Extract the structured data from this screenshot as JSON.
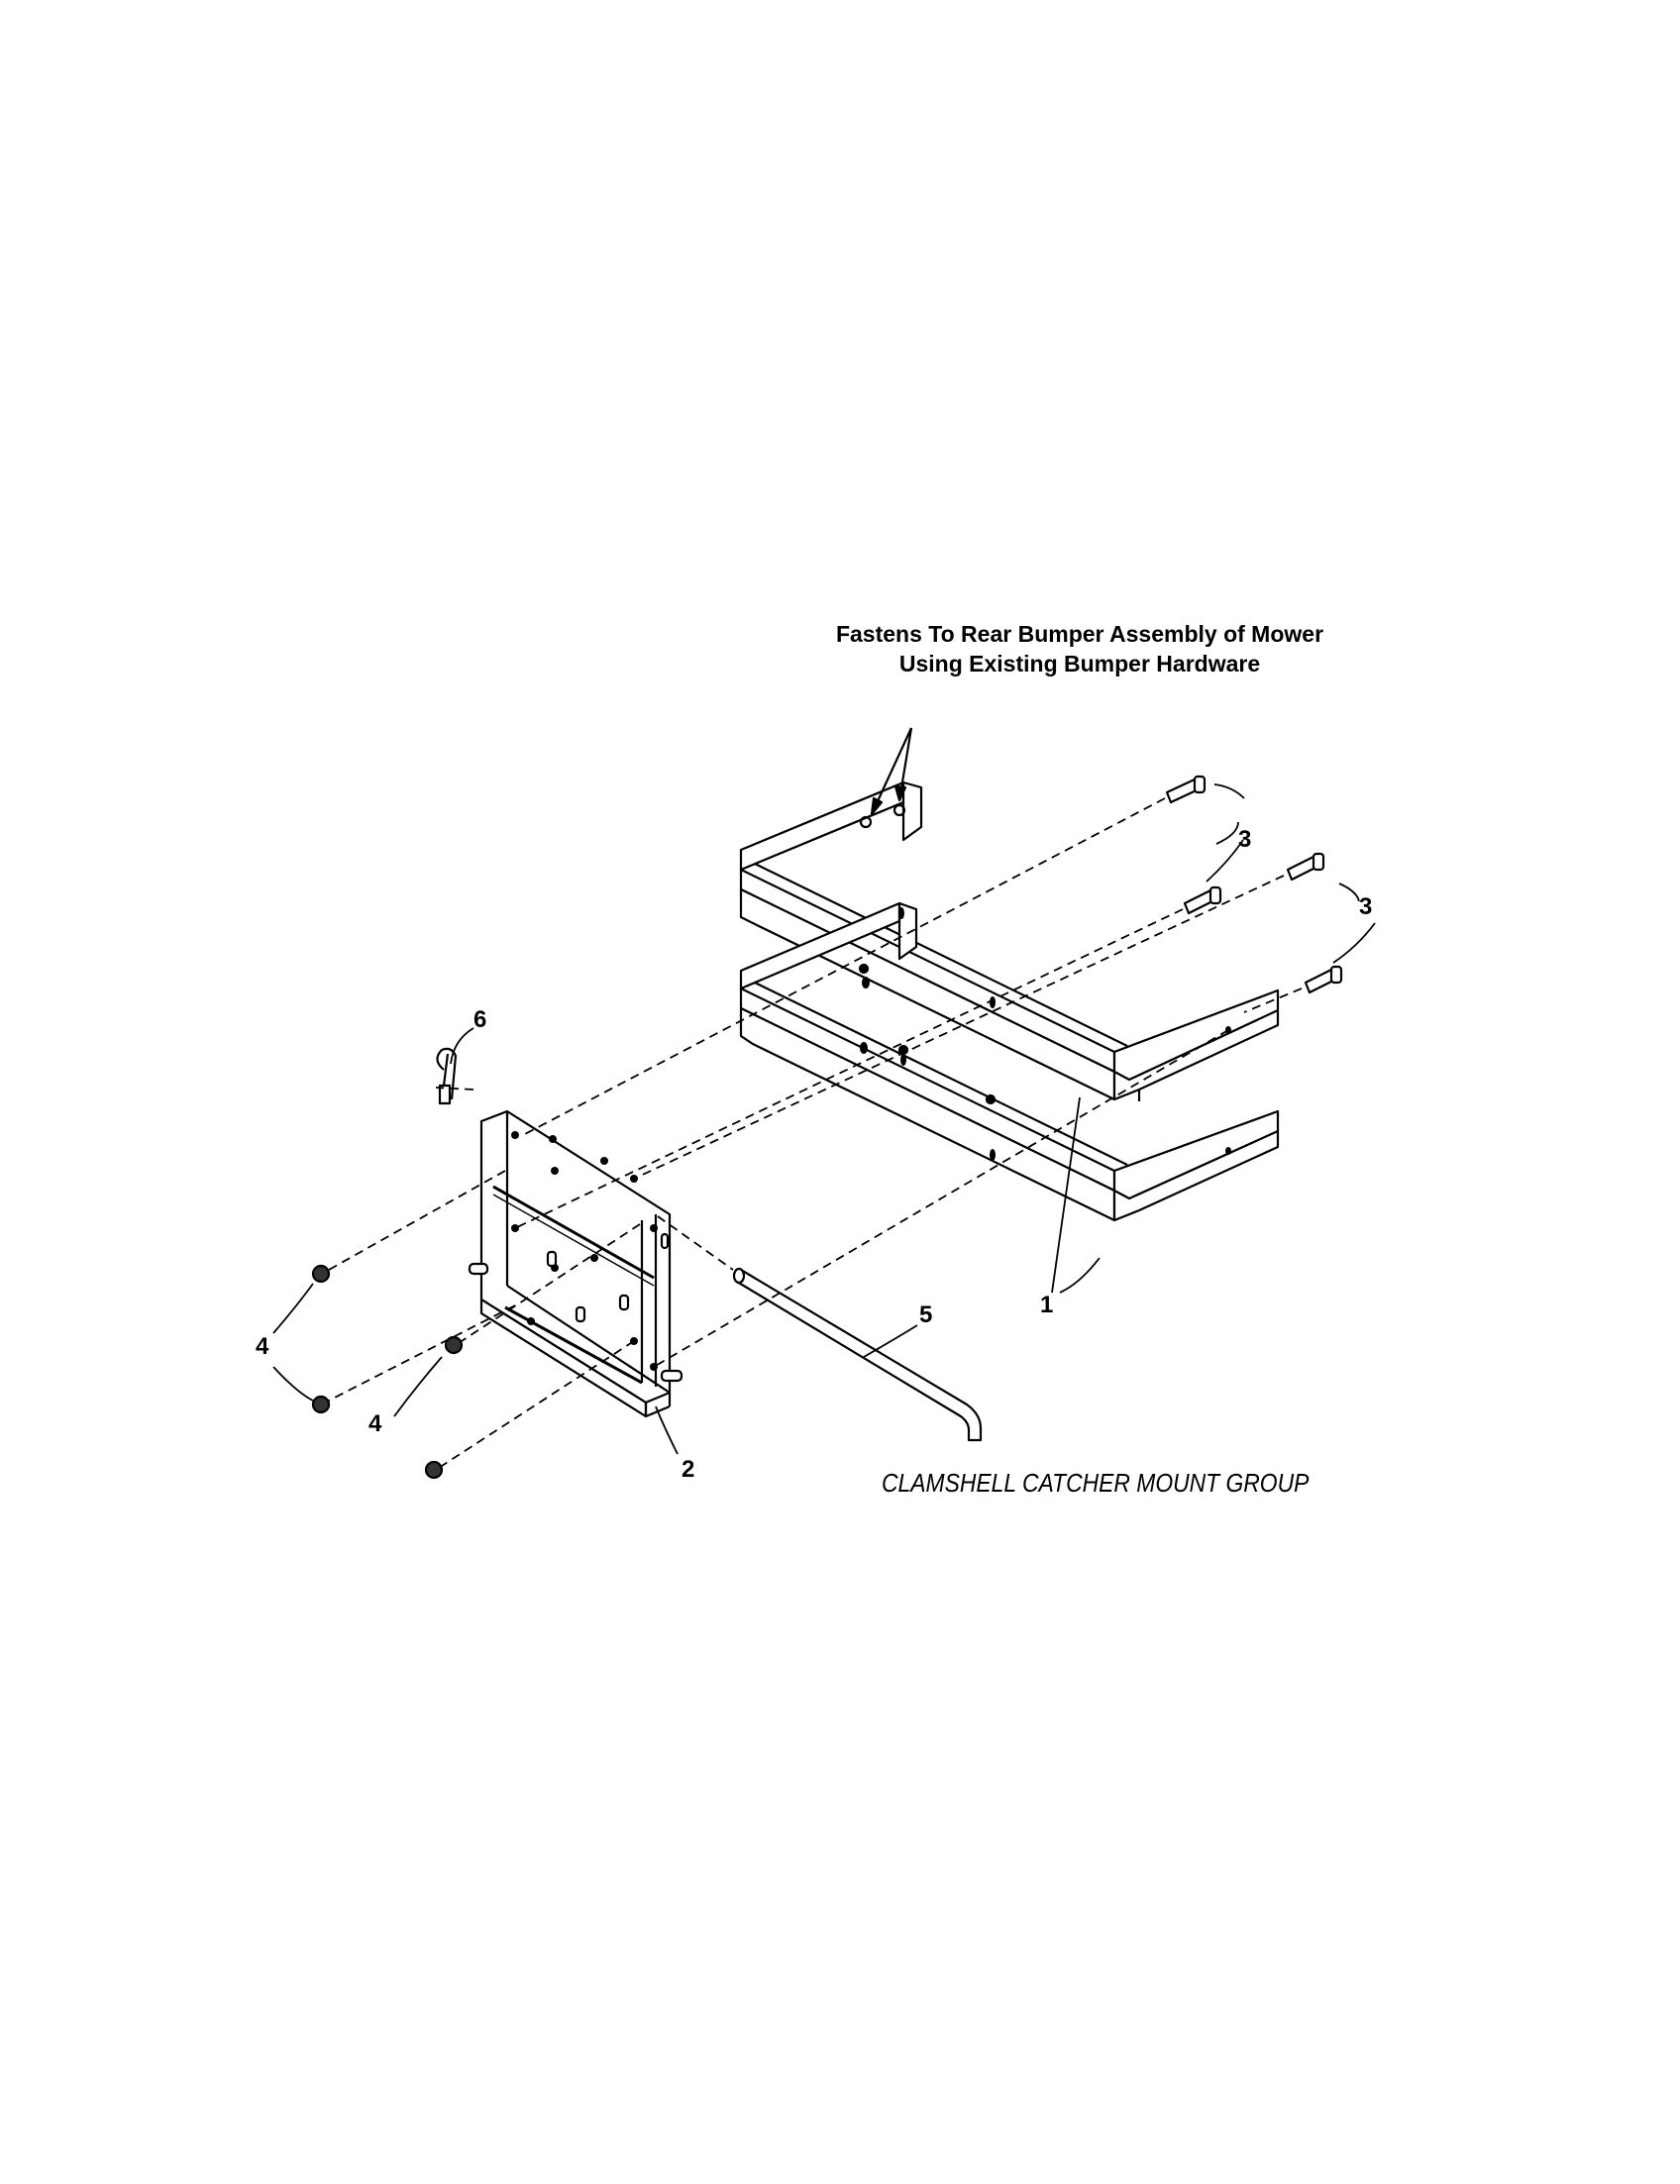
{
  "note": {
    "line1": "Fastens To Rear Bumper Assembly of Mower",
    "line2": "Using Existing Bumper Hardware"
  },
  "caption": "CLAMSHELL CATCHER MOUNT GROUP",
  "callouts": {
    "bracket": "1",
    "plate": "2",
    "bolt_a": "3",
    "bolt_b": "3",
    "nut_a": "4",
    "nut_b": "4",
    "rod": "5",
    "pin": "6"
  }
}
